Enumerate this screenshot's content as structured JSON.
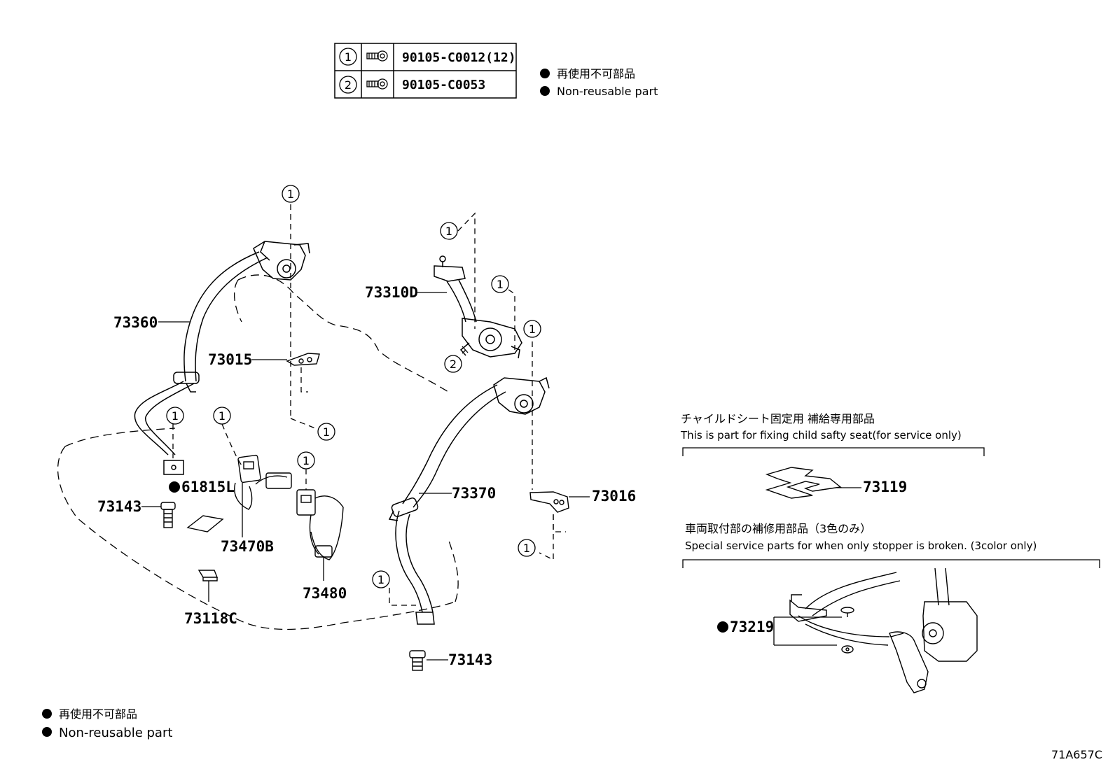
{
  "bolt_table": {
    "rows": [
      {
        "ref": "1",
        "part_no": "90105-C0012(12)",
        "icon": "bolt-icon"
      },
      {
        "ref": "2",
        "part_no": "90105-C0053",
        "icon": "bolt-icon"
      }
    ]
  },
  "legend_top": {
    "line_jp": "再使用不可部品",
    "line_en": "Non-reusable part"
  },
  "legend_bottom": {
    "line_jp": "再使用不可部品",
    "line_en": "Non-reusable part"
  },
  "callouts": {
    "c1a": "1",
    "c1b": "1",
    "c1c": "1",
    "c1d": "1",
    "c1e": "1",
    "c1f": "1",
    "c1g": "1",
    "c1h": "1",
    "c1i": "1",
    "c1j": "1",
    "c1k": "1",
    "c2a": "2"
  },
  "parts": {
    "p73360": "73360",
    "p73015": "73015",
    "p73310D": "73310D",
    "p73143_left": "73143",
    "p61815L": "61815L",
    "p73470B": "73470B",
    "p73480": "73480",
    "p73118C": "73118C",
    "p73370": "73370",
    "p73016": "73016",
    "p73143_right": "73143",
    "p73119": "73119",
    "p73219": "73219"
  },
  "child_seat_section": {
    "title_jp": "チャイルドシート固定用 補給専用部品",
    "title_en": "This is part for fixing child safty seat(for service only)"
  },
  "stopper_section": {
    "title_jp": "車両取付部の補修用部品（3色のみ）",
    "title_en": "Special service parts for when only stopper is broken. (3color only)"
  },
  "diagram_code": "71A657C",
  "colors": {
    "line": "#000000",
    "background": "#ffffff"
  }
}
